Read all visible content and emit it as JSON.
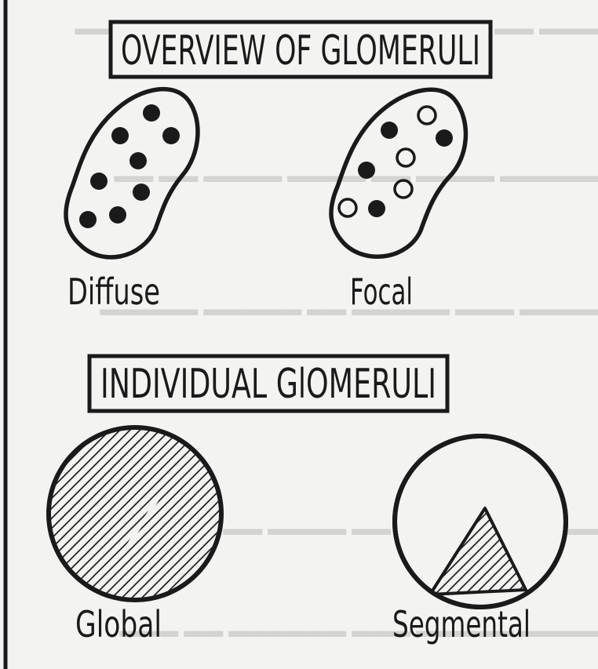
{
  "sections": {
    "overview": {
      "title": "OVERVIEW OF GLOMERULI",
      "labels": {
        "diffuse": "Diffuse",
        "focal": "Focal"
      }
    },
    "individual": {
      "title": "INDIVIDUAL GlOMERULI",
      "labels": {
        "global": "Global",
        "segmental": "Segmental"
      }
    }
  },
  "colors": {
    "ink": "#1a1a1a",
    "paper": "#f3f3f1"
  }
}
